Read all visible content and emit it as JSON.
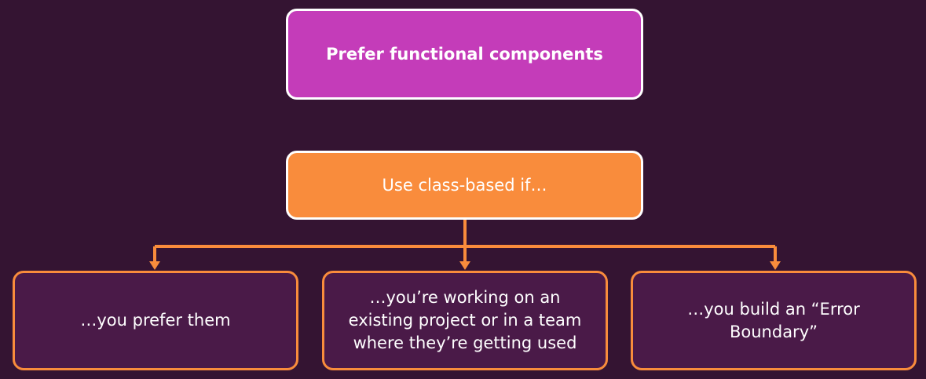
{
  "diagram": {
    "root": {
      "label": "Prefer functional components"
    },
    "branch": {
      "label": "Use class-based if…"
    },
    "leaves": [
      {
        "label": "…you prefer them"
      },
      {
        "label": "…you’re working on an existing project or in a team where they’re getting used"
      },
      {
        "label": "…you build an “Error Boundary”"
      }
    ]
  },
  "colors": {
    "background": "#341432",
    "root_fill": "#c43cb9",
    "branch_fill": "#f98c3c",
    "leaf_fill": "#4a1a48",
    "accent": "#f98c3c",
    "border_light": "#ffffff"
  }
}
